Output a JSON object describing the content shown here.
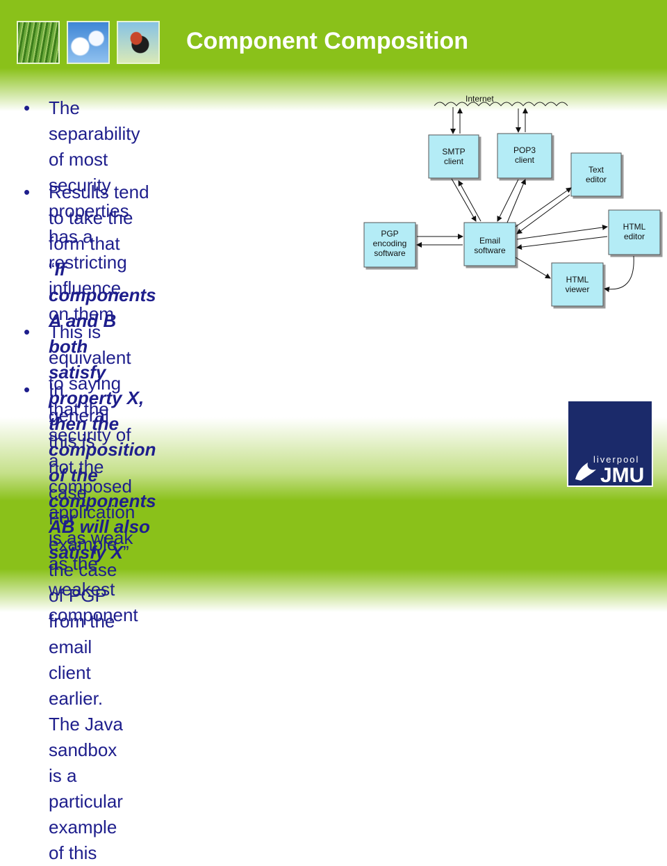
{
  "title": "Component Composition",
  "bullets": [
    {
      "text": "The separability of most security\nproperties has a restricting influence\non them"
    },
    {
      "intro": "Results tend to take the form that",
      "open_quote": "“",
      "quote": "If components A and B both\nsatisfy property X, then the\ncomposition of the\ncomponents AB will also satisfy X",
      "close_quote": "”"
    },
    {
      "text": "This is equivalent to saying that the security of a composed\napplication is as weak as the weakest component"
    },
    {
      "text": "In general this is not the case. For example the case of PGP\nfrom the email client earlier. The Java sandbox is a\nparticular example of this"
    }
  ],
  "bullet_symbol": "•",
  "diagram": {
    "cloud_label": "Internet",
    "boxes": {
      "smtp": "SMTP\nclient",
      "pop3": "POP3\nclient",
      "text_editor": "Text\neditor",
      "pgp": "PGP\nencoding\nsoftware",
      "email": "Email\nsoftware",
      "html_editor": "HTML\neditor",
      "html_viewer": "HTML\nviewer"
    },
    "box_fill": "#b4ecf6"
  },
  "logo": {
    "top": "liverpool",
    "bottom": "JMU"
  },
  "colors": {
    "header": "#8ac11a",
    "text": "#1e1e8c",
    "logo_bg": "#1b2a6a"
  }
}
